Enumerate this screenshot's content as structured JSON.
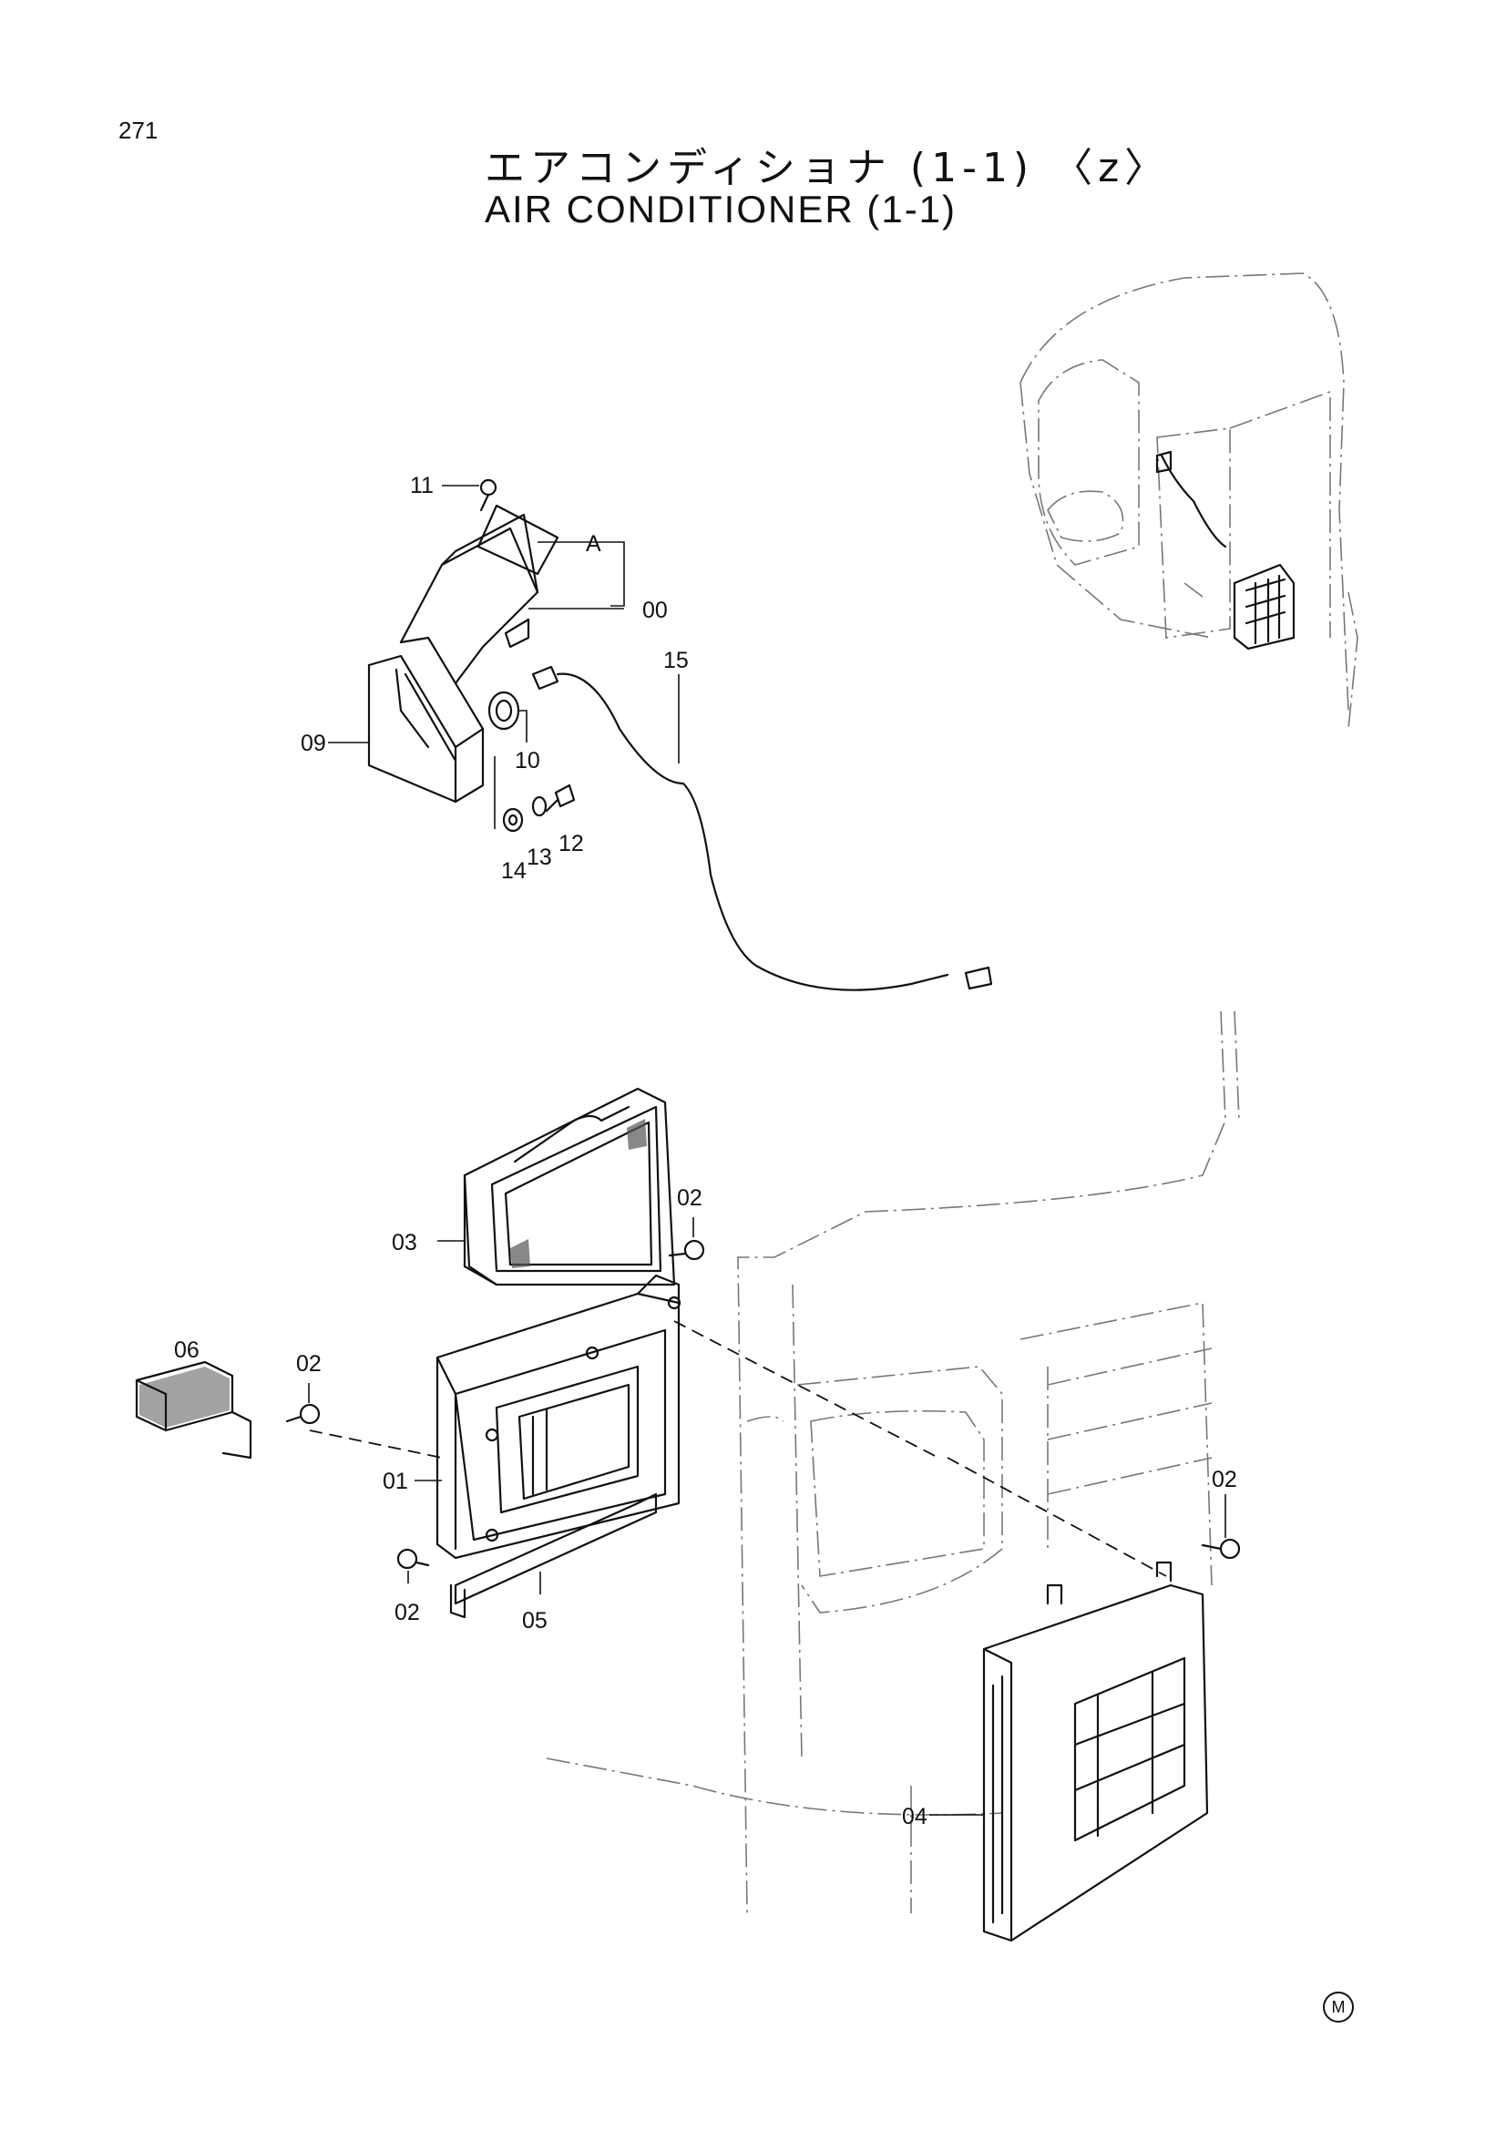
{
  "page_number": "271",
  "title_japanese": "エアコンディショナ (1-1) 〈z〉",
  "title_english": "AIR CONDITIONER (1-1)",
  "mark": "M",
  "part_labels": {
    "p00": "00",
    "pA": "A",
    "p09": "09",
    "p10": "10",
    "p11": "11",
    "p12": "12",
    "p13": "13",
    "p14": "14",
    "p15": "15",
    "p03": "03",
    "p02a": "02",
    "p02b": "02",
    "p02c": "02",
    "p02d": "02",
    "p06": "06",
    "p01": "01",
    "p05": "05",
    "p04": "04"
  }
}
